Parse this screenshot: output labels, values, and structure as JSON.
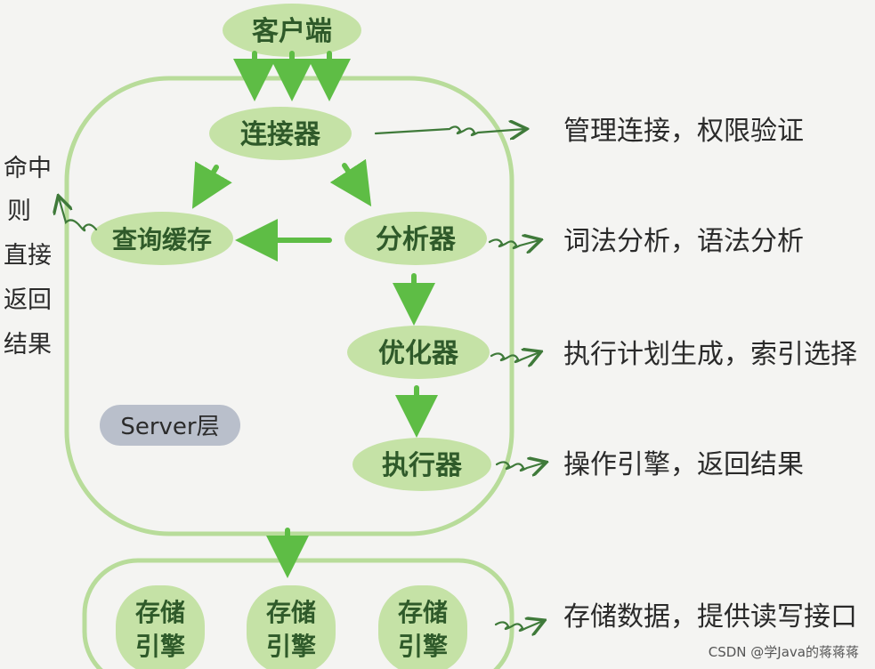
{
  "colors": {
    "node_fill": "#c5e2a6",
    "frame_stroke": "#b8dc9a",
    "arrow_green": "#5ebd45",
    "connector_dark": "#3f7a3a",
    "server_badge": "#b9bfcb"
  },
  "nodes": {
    "client": "客户端",
    "connector": "连接器",
    "query_cache": "查询缓存",
    "analyzer": "分析器",
    "optimizer": "优化器",
    "executor": "执行器",
    "storage_line1": "存储",
    "storage_line2": "引擎"
  },
  "server_layer_label": "Server层",
  "side_note": [
    "命中",
    "则",
    "直接",
    "返回",
    "结果"
  ],
  "annotations": {
    "connector": "管理连接，权限验证",
    "analyzer": "词法分析，语法分析",
    "optimizer": "执行计划生成，索引选择",
    "executor": "操作引擎，返回结果",
    "storage": "存储数据，提供读写接口"
  },
  "watermark": "CSDN @学Java的蒋蒋蒋"
}
